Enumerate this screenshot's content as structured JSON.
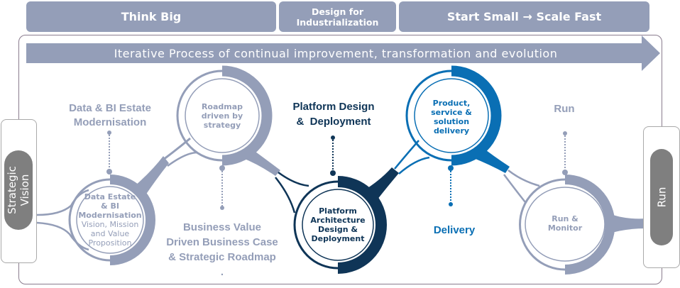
{
  "phases": {
    "think_big": "Think Big",
    "design_industrialization_line1": "Design for",
    "design_industrialization_line2": "Industrialization",
    "start_small": "Start Small → Scale Fast"
  },
  "banner": {
    "text": "Iterative Process of continual improvement, transformation and evolution"
  },
  "colors": {
    "grey_blue": "#949eb8",
    "navy": "#0f3557",
    "blue": "#0a6fb4",
    "pill_grey": "#7f7f7f"
  },
  "start_node": {
    "label_line1": "Strategic",
    "label_line2": "Vision"
  },
  "end_node": {
    "label": "Run"
  },
  "stages": [
    {
      "name": "data-estate",
      "top_label_line1": "Data & BI Estate",
      "top_label_line2": "Modernisation",
      "inner_bold_1": "Data Estate",
      "inner_bold_2": "& BI",
      "inner_bold_3": "Modernisation",
      "inner_light_1": "Vision, Mission",
      "inner_light_2": "and Value",
      "inner_light_3": "Proposition"
    },
    {
      "name": "roadmap",
      "inner_1": "Roadmap",
      "inner_2": "driven by",
      "inner_3": "strategy",
      "bottom_label_line1": "Business Value",
      "bottom_label_line2": "Driven Business Case",
      "bottom_label_line3": "& Strategic Roadmap",
      "bottom_label_line4": "."
    },
    {
      "name": "platform",
      "top_label_line1": "Platform Design",
      "top_label_line2": "&  Deployment",
      "inner_1": "Platform",
      "inner_2": "Architecture",
      "inner_3": "Design &",
      "inner_4": "Deployment"
    },
    {
      "name": "product",
      "inner_1": "Product,",
      "inner_2": "service &",
      "inner_3": "solution",
      "inner_4": "delivery",
      "bottom_label": "Delivery"
    },
    {
      "name": "run",
      "top_label": "Run",
      "inner_1": "Run &",
      "inner_2": "Monitor"
    }
  ]
}
